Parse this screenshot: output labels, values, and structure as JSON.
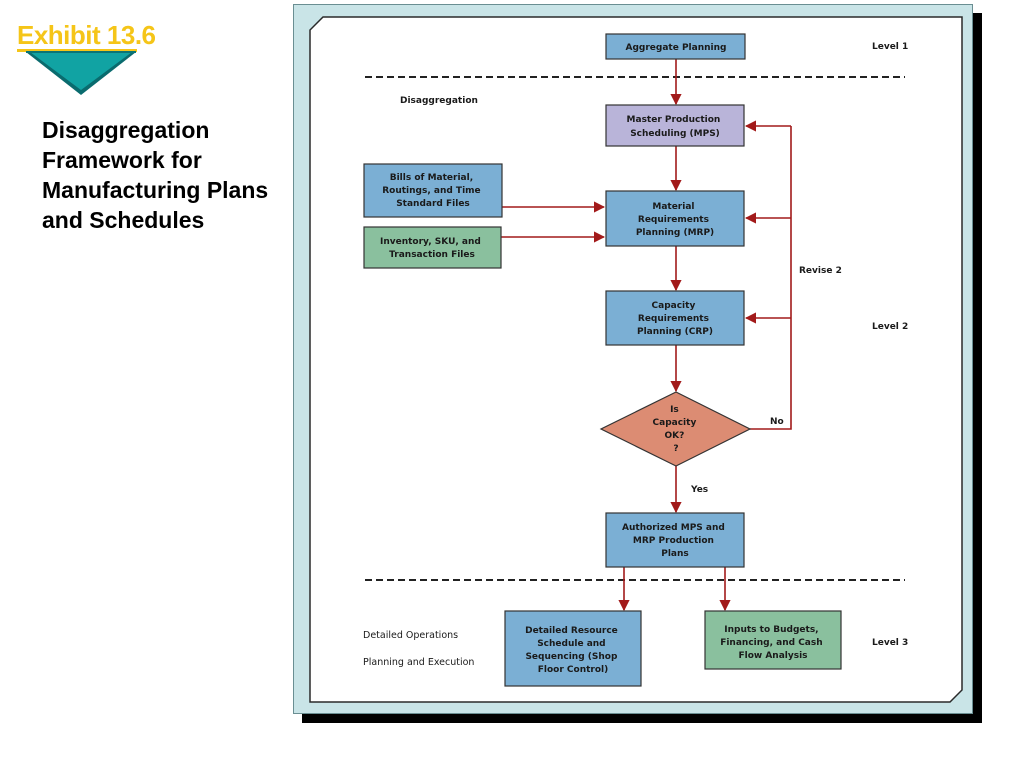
{
  "exhibit": {
    "title": "Exhibit 13.6"
  },
  "subtitle_lines": [
    "Disaggregation",
    "Framework for",
    "Manufacturing Plans",
    "and Schedules"
  ],
  "colors": {
    "box_blue": "#7bafd4",
    "box_lavender": "#b9b4d9",
    "box_green": "#8ac09e",
    "diamond": "#dc8c73",
    "arrow": "#a21a1a",
    "accent_yellow": "#f5c518"
  },
  "diagram": {
    "levels": {
      "level1": "Level 1",
      "level2": "Level 2",
      "level3": "Level 3"
    },
    "disaggregation": "Disaggregation",
    "nodes": {
      "aggregate": [
        "Aggregate Planning"
      ],
      "mps": [
        "Master Production",
        "Scheduling  (MPS)"
      ],
      "bom": [
        "Bills of Material,",
        "Routings, and Time",
        "Standard Files"
      ],
      "inventory": [
        "Inventory, SKU, and",
        "Transaction Files"
      ],
      "mrp": [
        "Material",
        "Requirements",
        "Planning (MRP)"
      ],
      "crp": [
        "Capacity",
        "Requirements",
        "Planning (CRP)"
      ],
      "decision": [
        "Is",
        "Capacity",
        "OK?",
        "?"
      ],
      "authorized": [
        "Authorized MPS and",
        "MRP Production",
        "Plans"
      ],
      "detailed": [
        "Detailed Resource",
        "Schedule and",
        "Sequencing (Shop",
        "Floor Control)"
      ],
      "budgets": [
        "Inputs to Budgets,",
        "Financing, and Cash",
        "Flow Analysis"
      ]
    },
    "edge_labels": {
      "revise": "Revise 2",
      "no": "No",
      "yes": "Yes"
    },
    "level3_caption": [
      "Detailed Operations",
      "Planning and Execution"
    ]
  }
}
